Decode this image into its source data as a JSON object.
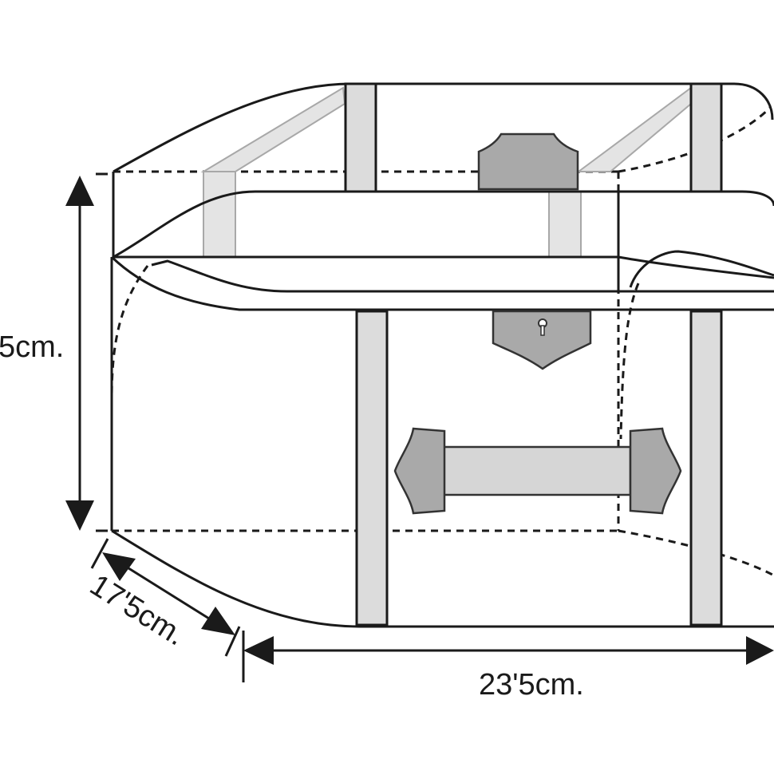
{
  "diagram": {
    "subject": "trunk",
    "dimensions": {
      "height": "5cm.",
      "depth": "17'5cm.",
      "width": "23'5cm."
    },
    "colors": {
      "line": "#1a1a1a",
      "strap": "#dcdcdc",
      "metal": "#a9a9a9"
    }
  }
}
